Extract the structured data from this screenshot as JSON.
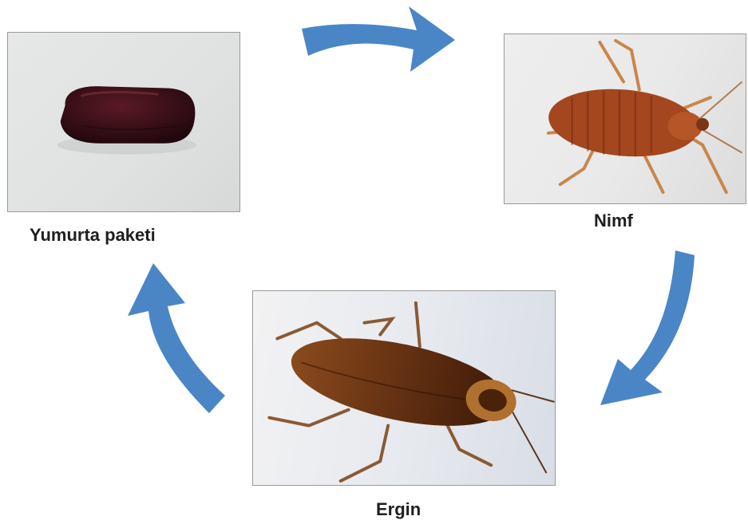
{
  "stages": {
    "egg": {
      "label": "Yumurta paketi"
    },
    "nymph": {
      "label": "Nimf"
    },
    "adult": {
      "label": "Ergin"
    }
  },
  "colors": {
    "arrow": "#4a86c6",
    "background": "#ffffff"
  }
}
